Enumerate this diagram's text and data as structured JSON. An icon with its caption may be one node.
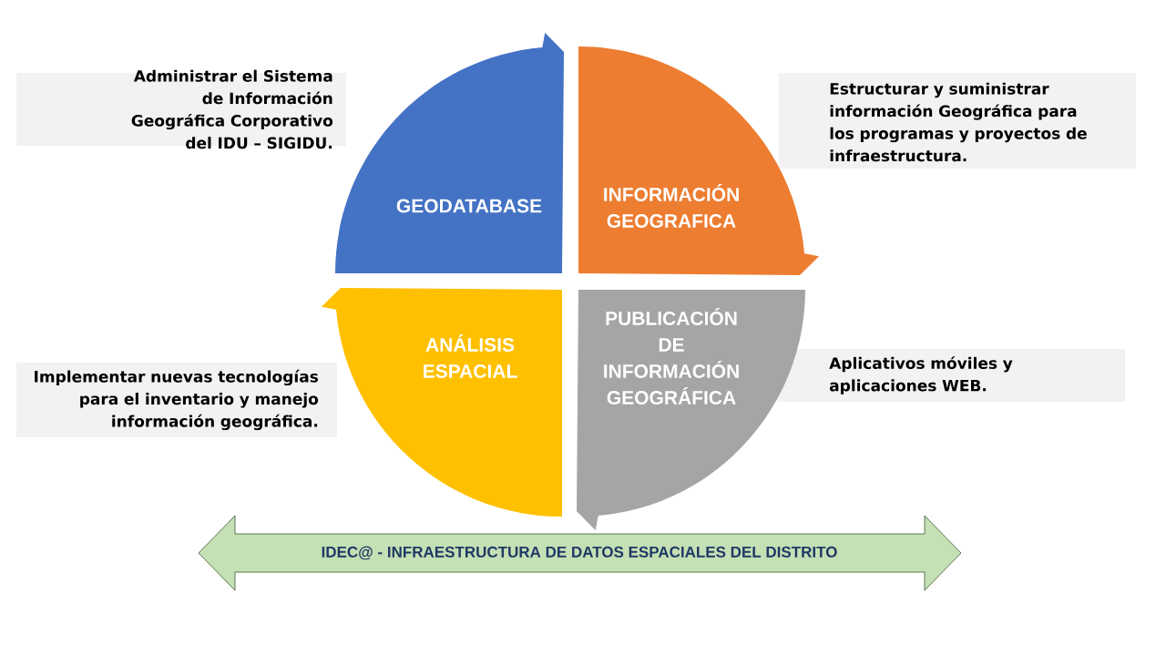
{
  "diagram": {
    "nodes": [
      {
        "text": [
          "Administrar el Sistema de Información Geográfica Corporativo del IDU – SIGIDU."
        ]
      },
      {
        "text": [
          "GEODATABASE"
        ]
      },
      {
        "text": [
          "INFORMACIÓN GEOGRAFICA"
        ]
      },
      {
        "text": [
          "Estructurar y suministrar información Geográfica para los programas y proyectos de infraestructura."
        ]
      },
      {
        "text": [
          "ANÁLISIS ESPACIAL"
        ]
      },
      {
        "text": [
          "PUBLICACIÓN DE INFORMACIÓN GEOGRÁFICA"
        ]
      },
      {
        "text": [
          "Aplicativos móviles y aplicaciones WEB."
        ]
      },
      {
        "text": [
          "Implementar nuevas tecnologías para el inventario y manejo información geográfica."
        ]
      },
      {
        "text": [
          "IDEC@ - INFRAESTRUCTURA DE DATOS ESPACIALES DEL DISTRITO"
        ]
      }
    ]
  }
}
